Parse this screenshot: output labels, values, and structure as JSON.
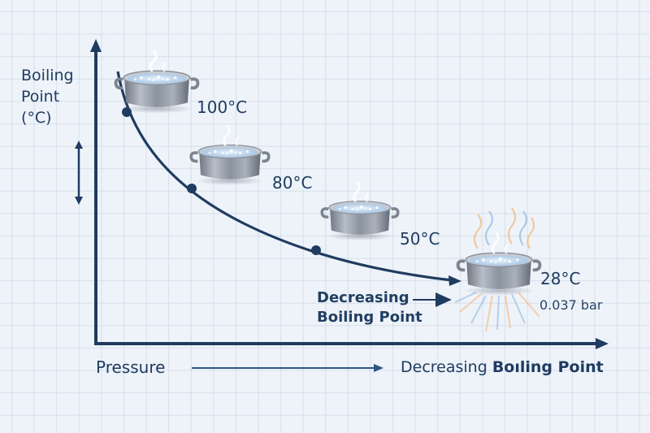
{
  "diagram": {
    "y_axis_label_lines": [
      "Boiling",
      "Point",
      "(°C)"
    ],
    "x_axis_label": "Pressure",
    "x_axis_right_label_prefix": "Decreasing ",
    "x_axis_right_label_bold": "Boıling Point",
    "annotation_lines": [
      "Decreasing",
      "Boiling Point"
    ],
    "points": [
      {
        "label": "100°C",
        "icon": "boiling-pot-icon"
      },
      {
        "label": "80°C",
        "icon": "boiling-pot-icon"
      },
      {
        "label": "50°C",
        "icon": "boiling-pot-icon"
      },
      {
        "label": "28°C",
        "sublabel": "0.037 bar",
        "icon": "boiling-pot-vapor-icon"
      }
    ],
    "colors": {
      "axis": "#1f3c60",
      "curve": "#1f3c60",
      "background": "#eef3f9",
      "grid": "#c8d3e0",
      "vapor_warm": "#f2b779",
      "vapor_cool": "#8fb8e0"
    }
  }
}
